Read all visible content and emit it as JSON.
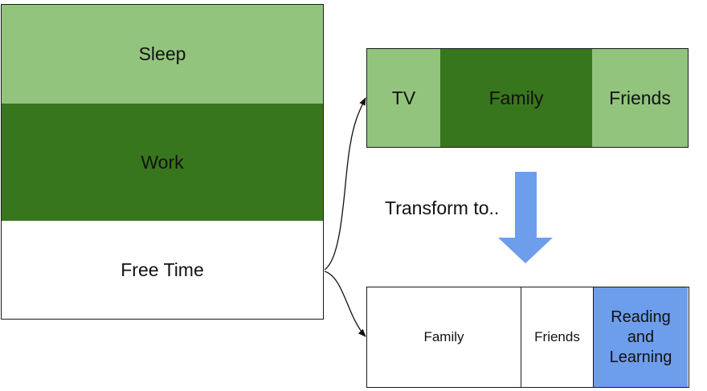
{
  "left_stack": {
    "sleep": "Sleep",
    "work": "Work",
    "free_time": "Free Time"
  },
  "top_row": {
    "tv": "TV",
    "family": "Family",
    "friends": "Friends"
  },
  "transform_label": "Transform to..",
  "bottom_row": {
    "family": "Family",
    "friends": "Friends",
    "reading_learning": "Reading and Learning"
  },
  "colors": {
    "light_green": "#93c47d",
    "dark_green": "#38761d",
    "blue": "#6d9eeb",
    "white": "#ffffff"
  }
}
